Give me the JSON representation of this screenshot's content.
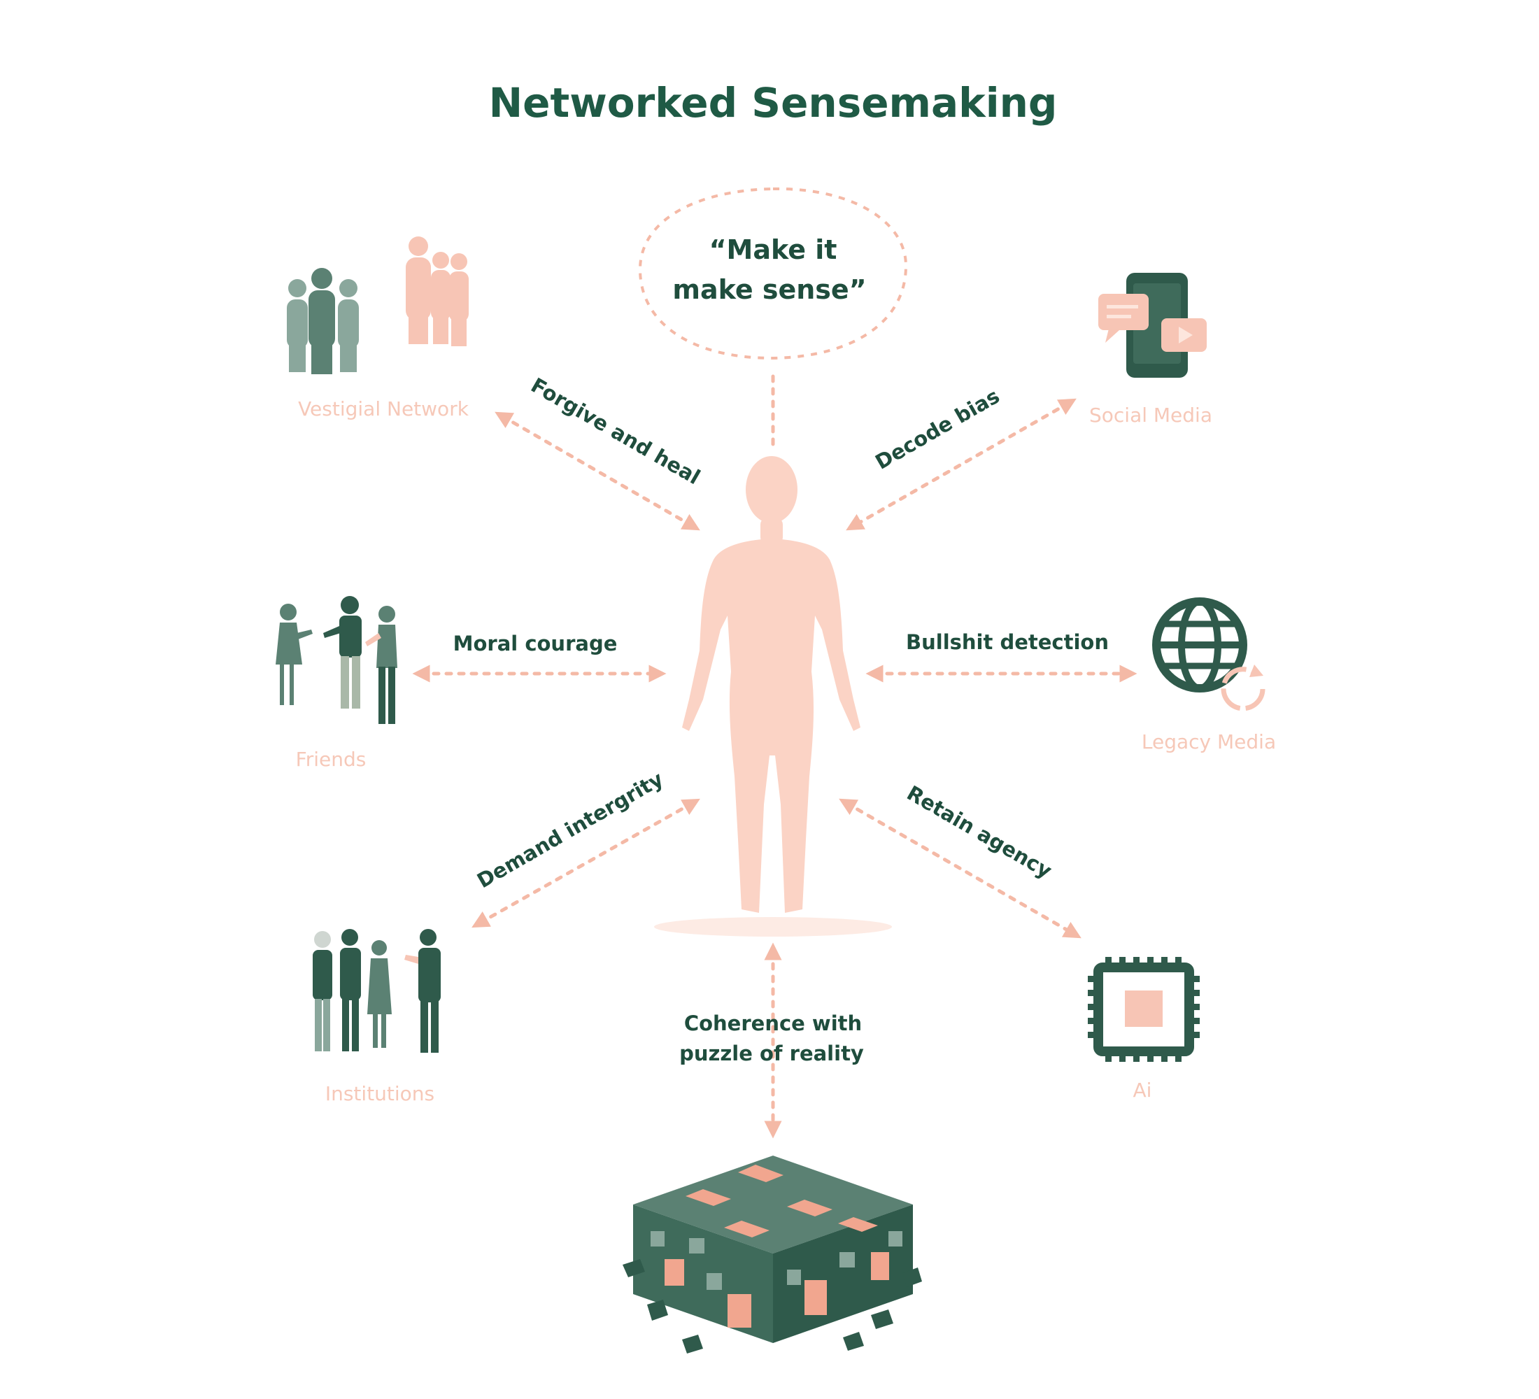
{
  "title": "Networked Sensemaking",
  "thought_bubble": {
    "line1": "“Make it",
    "line2": "make sense”"
  },
  "center": {
    "icon": "person-silhouette-icon"
  },
  "nodes": {
    "vestigial_network": {
      "label": "Vestigial Network",
      "icon": "people-group-icon"
    },
    "social_media": {
      "label": "Social Media",
      "icon": "smartphone-chat-icon"
    },
    "friends": {
      "label": "Friends",
      "icon": "conversation-people-icon"
    },
    "legacy_media": {
      "label": "Legacy Media",
      "icon": "globe-icon"
    },
    "institutions": {
      "label": "Institutions",
      "icon": "business-people-icon"
    },
    "ai": {
      "label": "Ai",
      "icon": "chip-icon"
    },
    "puzzle": {
      "icon": "puzzle-cube-icon"
    }
  },
  "edges": {
    "forgive": "Forgive and heal",
    "decode": "Decode bias",
    "moral": "Moral courage",
    "bullshit": "Bullshit detection",
    "demand": "Demand intergrity",
    "retain": "Retain agency",
    "coherence": {
      "line1": "Coherence with",
      "line2": "puzzle of reality"
    }
  },
  "colors": {
    "accent_dark_green": "#1f5a45",
    "arrow_pink": "#f4b9a6",
    "figure_pink": "#fbd3c5",
    "label_pink": "#f6c8b8"
  }
}
